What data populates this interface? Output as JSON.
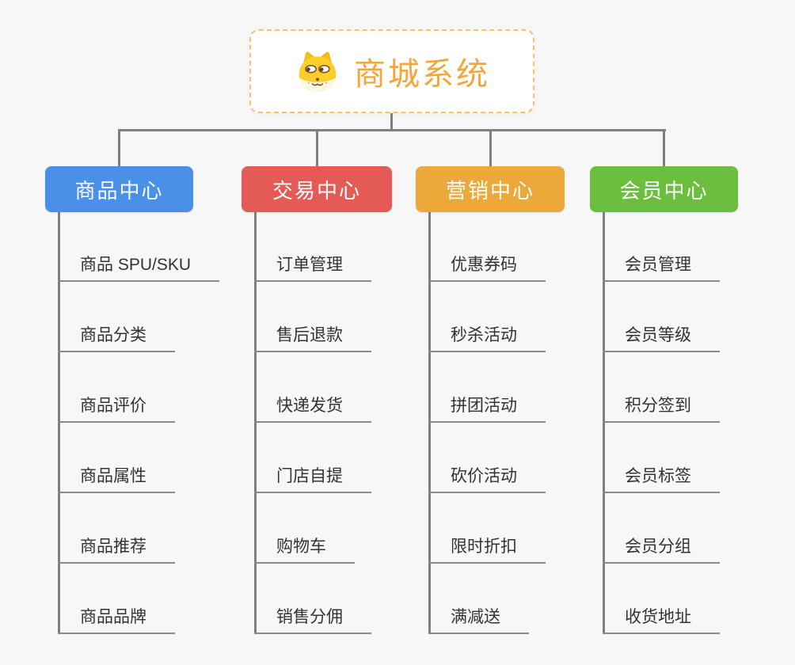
{
  "app": {
    "type": "mindmap",
    "background_color": "#F7F7F7"
  },
  "root": {
    "title": "商城系统",
    "icon": "doge-icon",
    "text_color": "#F2A63C",
    "border_color": "#F6C36B"
  },
  "connector": {
    "color": "#7F7F7F",
    "underline_color": "#8A8A8A",
    "item_text_color": "#333333"
  },
  "branches": [
    {
      "label": "商品中心",
      "color": "#4A90E8",
      "items": [
        "商品 SPU/SKU",
        "商品分类",
        "商品评价",
        "商品属性",
        "商品推荐",
        "商品品牌"
      ]
    },
    {
      "label": "交易中心",
      "color": "#E45A55",
      "items": [
        "订单管理",
        "售后退款",
        "快递发货",
        "门店自提",
        "购物车",
        "销售分佣"
      ]
    },
    {
      "label": "营销中心",
      "color": "#ECA838",
      "items": [
        "优惠券码",
        "秒杀活动",
        "拼团活动",
        "砍价活动",
        "限时折扣",
        "满减送"
      ]
    },
    {
      "label": "会员中心",
      "color": "#6CBE3E",
      "items": [
        "会员管理",
        "会员等级",
        "积分签到",
        "会员标签",
        "会员分组",
        "收货地址"
      ]
    }
  ]
}
